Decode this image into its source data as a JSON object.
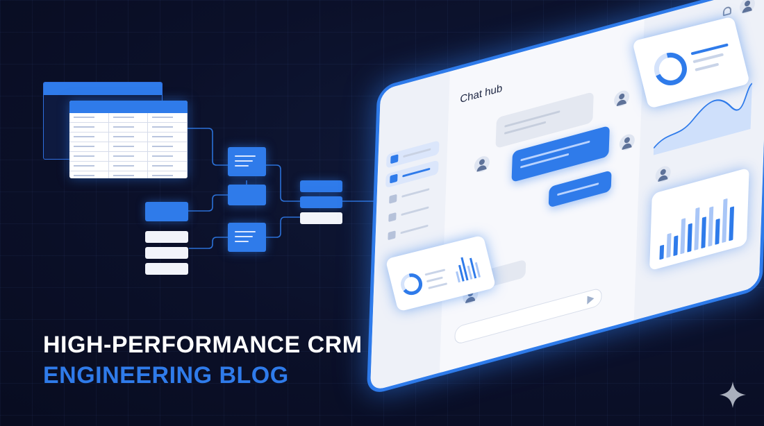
{
  "chat": {
    "title": "Chat hub"
  },
  "headline": {
    "line1": "HIGH-PERFORMANCE CRM",
    "line2": "ENGINEERING BLOG"
  },
  "colors": {
    "accent": "#2f7bea",
    "background": "#0b1029",
    "surface": "#f4f6fb",
    "headline_primary": "#ffffff"
  },
  "icons": {
    "notification": "bell-icon",
    "profile": "user-avatar-icon",
    "home": "home-icon",
    "messages": "chat-icon",
    "reports": "pie-chart-icon",
    "bookmarks": "bookmark-icon",
    "send": "send-icon",
    "watermark": "sparkle-icon"
  }
}
